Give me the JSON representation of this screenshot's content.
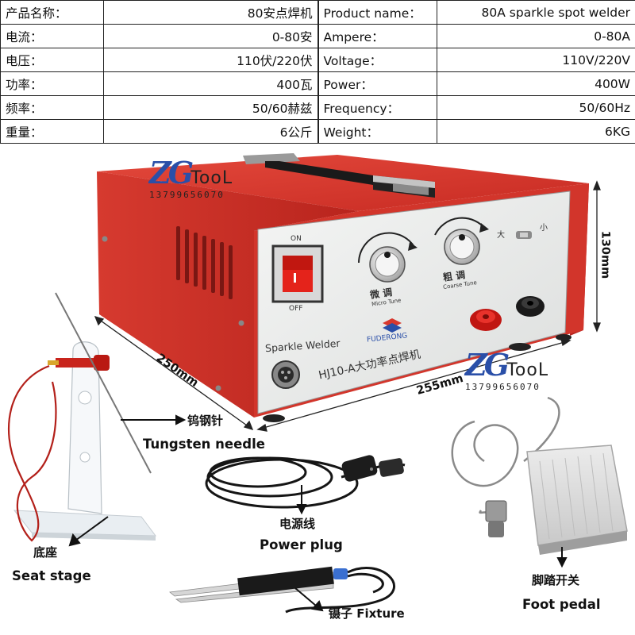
{
  "spec_table": {
    "rows": [
      {
        "cn_label": "产品名称：",
        "cn_value": "80安点焊机",
        "en_label": "Product name：",
        "en_value": "80A sparkle spot welder"
      },
      {
        "cn_label": "电流：",
        "cn_value": "0-80安",
        "en_label": "Ampere：",
        "en_value": "0-80A"
      },
      {
        "cn_label": "电压：",
        "cn_value": "110伏/220伏",
        "en_label": "Voltage：",
        "en_value": "110V/220V"
      },
      {
        "cn_label": "功率：",
        "cn_value": "400瓦",
        "en_label": "Power：",
        "en_value": "400W"
      },
      {
        "cn_label": "频率：",
        "cn_value": "50/60赫兹",
        "en_label": "Frequency：",
        "en_value": "50/60Hz"
      },
      {
        "cn_label": "重量：",
        "cn_value": "6公斤",
        "en_label": "Weight：",
        "en_value": "6KG"
      }
    ]
  },
  "brand": {
    "mark": "ZG",
    "word": "TooL",
    "phone": "13799656070"
  },
  "machine_panel": {
    "switch_on": "ON",
    "switch_off": "OFF",
    "label_left": "Sparkle Welder",
    "knob_micro": "微 调",
    "knob_micro_en": "Micro Tune",
    "knob_coarse": "粗 调",
    "knob_coarse_en": "Coarse Tune",
    "toggle_big": "大",
    "toggle_small": "小",
    "maker": "FUDERONG",
    "model": "HJ10-A大功率点焊机"
  },
  "dimensions": {
    "depth": "250mm",
    "width": "255mm",
    "height": "130mm"
  },
  "accessories": [
    {
      "cn": "钨钢针",
      "en": "Tungsten needle"
    },
    {
      "cn": "电源线",
      "en": "Power plug"
    },
    {
      "cn": "底座",
      "en": "Seat stage"
    },
    {
      "cn": "镊子 Fixture",
      "en": ""
    },
    {
      "cn": "脚踏开关",
      "en": "Foot pedal"
    }
  ],
  "colors": {
    "case_red": "#d8382e",
    "panel_grey": "#eef0ef",
    "brand_blue": "#2a4fa8"
  }
}
